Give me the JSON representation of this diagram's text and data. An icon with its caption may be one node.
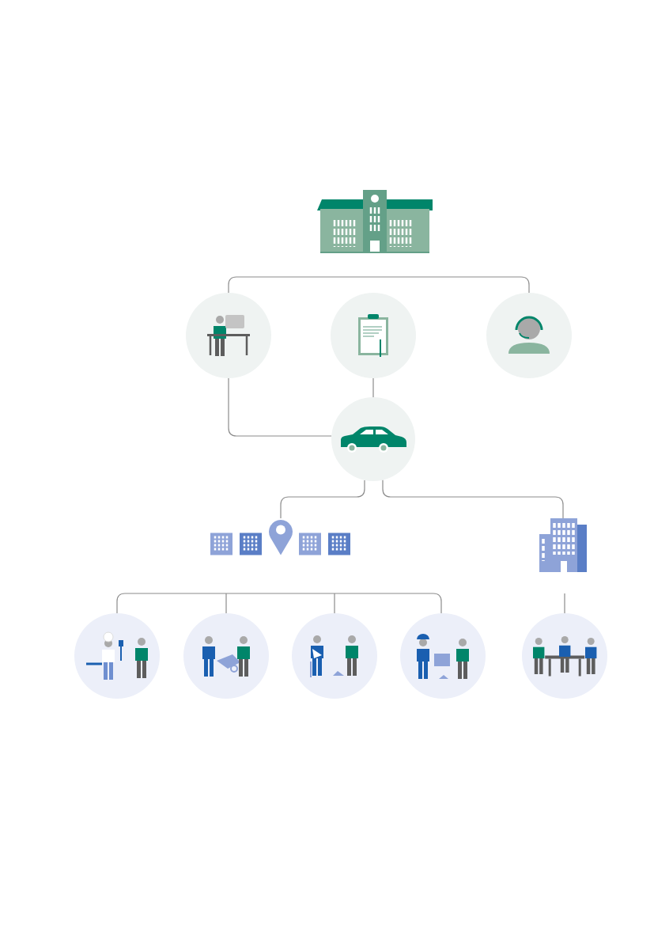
{
  "diagram": {
    "nodes": [
      {
        "text": [],
        "shape": "picture"
      },
      {
        "text": [],
        "shape": "circle"
      },
      {
        "text": [],
        "shape": "circle"
      },
      {
        "text": [],
        "shape": "circle"
      },
      {
        "text": [],
        "shape": "circle"
      },
      {
        "text": [],
        "shape": "picture"
      },
      {
        "text": [],
        "shape": "picture"
      },
      {
        "text": [],
        "shape": "circle"
      },
      {
        "text": [],
        "shape": "circle"
      },
      {
        "text": [],
        "shape": "circle"
      },
      {
        "text": [],
        "shape": "circle"
      },
      {
        "text": [],
        "shape": "circle"
      }
    ],
    "edges": [
      {
        "from": 1,
        "to": 3,
        "arrow": "none"
      },
      {
        "from": 1,
        "to": 4,
        "arrow": "none"
      },
      {
        "from": 2,
        "to": 4,
        "arrow": "none"
      },
      {
        "from": 4,
        "to": 5,
        "arrow": "none"
      },
      {
        "from": 4,
        "to": 6,
        "arrow": "none"
      },
      {
        "from": 7,
        "to": 10,
        "arrow": "none"
      },
      {
        "from": null,
        "to": 8,
        "arrow": "none"
      },
      {
        "from": null,
        "to": 9,
        "arrow": "none"
      },
      {
        "from": null,
        "to": 11,
        "arrow": "none"
      }
    ]
  }
}
